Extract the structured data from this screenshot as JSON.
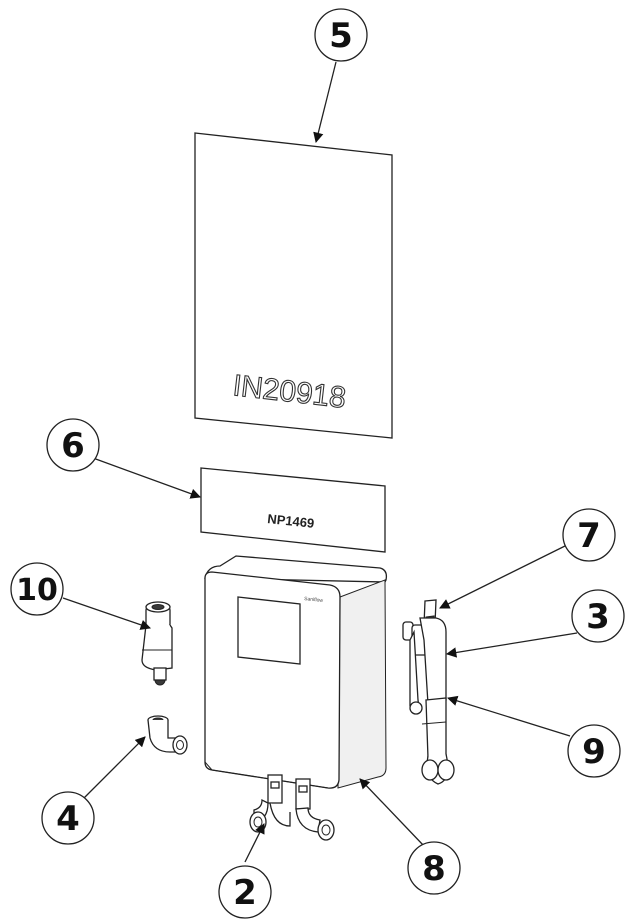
{
  "callouts": [
    {
      "id": "5",
      "label": "5"
    },
    {
      "id": "6",
      "label": "6"
    },
    {
      "id": "7",
      "label": "7"
    },
    {
      "id": "3",
      "label": "3"
    },
    {
      "id": "9",
      "label": "9"
    },
    {
      "id": "10",
      "label": "10"
    },
    {
      "id": "4",
      "label": "4"
    },
    {
      "id": "8",
      "label": "8"
    },
    {
      "id": "2",
      "label": "2"
    }
  ],
  "parts": {
    "instruction_sheet_code": "IN20918",
    "name_plate_code": "NP1469",
    "brand": "Saniflow"
  },
  "colors": {
    "ink": "#222222",
    "background": "#ffffff"
  }
}
